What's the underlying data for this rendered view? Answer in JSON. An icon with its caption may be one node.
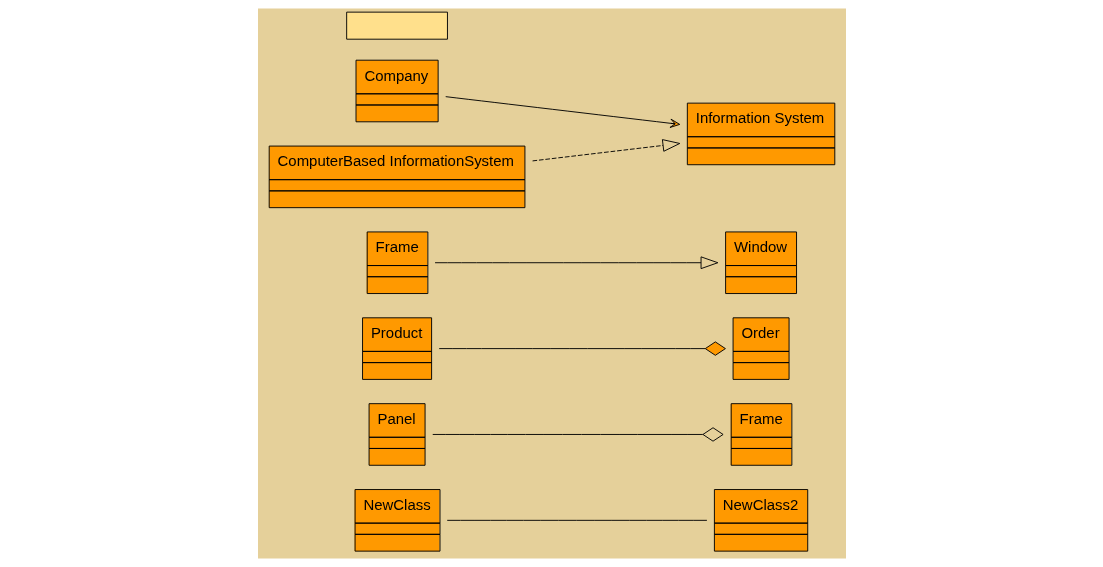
{
  "diagram": {
    "nodes": [
      {
        "text": [
          "NewClass"
        ]
      },
      {
        "text": [
          "NewClass2"
        ]
      },
      {
        "text": [
          "Panel"
        ]
      },
      {
        "text": [
          "Frame"
        ]
      },
      {
        "text": [
          "Product"
        ]
      },
      {
        "text": [
          "Order"
        ]
      },
      {
        "text": [
          "Frame"
        ]
      },
      {
        "text": [
          "Window"
        ]
      },
      {
        "text": [
          "Company"
        ]
      },
      {
        "text": [
          "Information System"
        ]
      },
      {
        "text": [
          "ComputerBased InformationSystem"
        ]
      },
      {
        "text": [],
        "shape": "box"
      }
    ],
    "edges": [
      {
        "from": 0,
        "to": 1,
        "arrow": "none"
      },
      {
        "from": 2,
        "to": 3,
        "arrow": "other"
      },
      {
        "from": 4,
        "to": 5,
        "arrow": "other"
      },
      {
        "from": 6,
        "to": 7,
        "arrow": "to"
      },
      {
        "from": 8,
        "to": 9,
        "arrow": "to"
      },
      {
        "from": 10,
        "to": 9,
        "arrow": "to",
        "style": "dashed"
      }
    ]
  }
}
